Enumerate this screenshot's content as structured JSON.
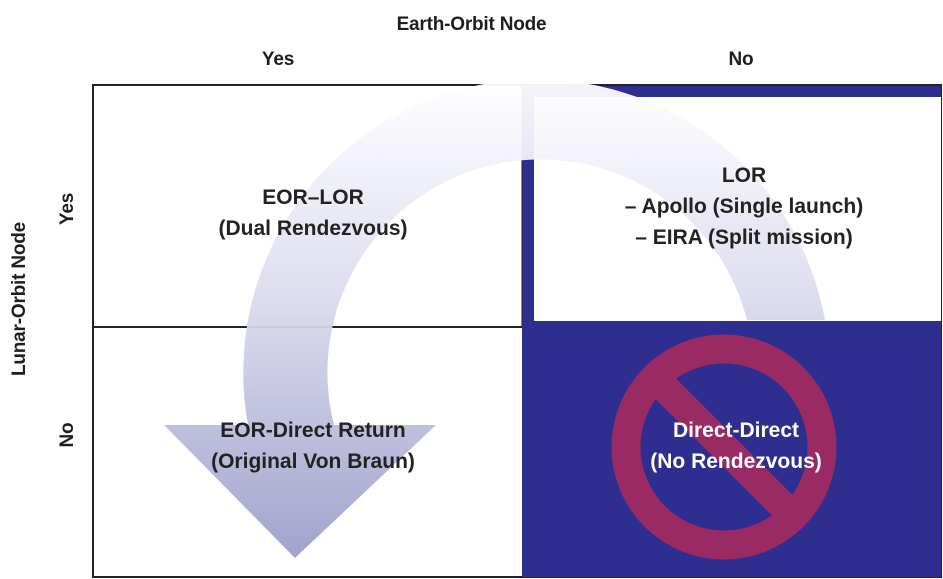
{
  "title": "Earth-Orbit Node",
  "column_headers": [
    "Yes",
    "No"
  ],
  "row_title": "Lunar-Orbit Node",
  "row_headers": [
    "Yes",
    "No"
  ],
  "cells": {
    "eor_lor": {
      "line1": "EOR–LOR",
      "line2": "(Dual Rendezvous)"
    },
    "lor": {
      "line1": "LOR",
      "line2": "– Apollo (Single launch)",
      "line3": "– EIRA (Split mission)"
    },
    "eor_direct": {
      "line1": "EOR-Direct Return",
      "line2": "(Original Von Braun)"
    },
    "direct_direct": {
      "line1": "Direct-Direct",
      "line2": "(No Rendezvous)"
    }
  },
  "colors": {
    "navy": "#2d2e8f",
    "white": "#ffffff",
    "prohibit": "#9a2a63",
    "arrow_light": "#ffffff",
    "arrow_mid": "#dcdcef",
    "arrow_dark": "#9c9ec9"
  },
  "icons": [
    "curved-arrow",
    "prohibition-icon"
  ]
}
